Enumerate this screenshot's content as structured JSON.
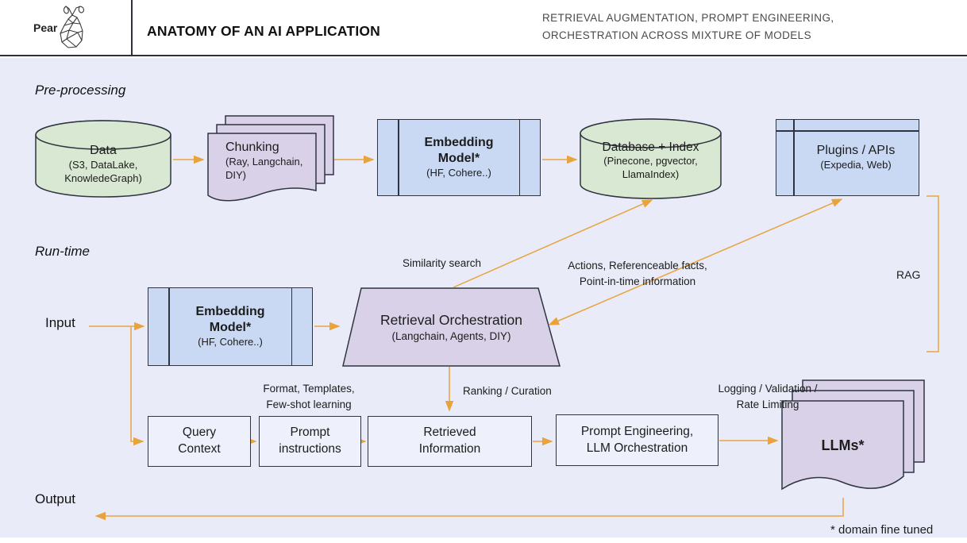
{
  "header": {
    "logo_text": "Pear",
    "title": "ANATOMY OF AN AI APPLICATION",
    "subtitle_line1": "RETRIEVAL AUGMENTATION, PROMPT ENGINEERING,",
    "subtitle_line2": "ORCHESTRATION ACROSS MIXTURE OF MODELS"
  },
  "sections": {
    "preprocessing": "Pre-processing",
    "runtime": "Run-time"
  },
  "nodes": {
    "data": {
      "title": "Data",
      "sub1": "(S3, DataLake,",
      "sub2": "KnowledeGraph)"
    },
    "chunking": {
      "title": "Chunking",
      "sub1": "(Ray, Langchain,",
      "sub2": "DIY)"
    },
    "embedding_pre": {
      "title_line1": "Embedding",
      "title_line2": "Model*",
      "sub": "(HF, Cohere..)"
    },
    "database": {
      "title": "Database + Index",
      "sub1": "(Pinecone, pgvector,",
      "sub2": "LlamaIndex)"
    },
    "plugins": {
      "title": "Plugins / APIs",
      "sub": "(Expedia, Web)"
    },
    "embedding_run": {
      "title_line1": "Embedding",
      "title_line2": "Model*",
      "sub": "(HF, Cohere..)"
    },
    "retrieval": {
      "title": "Retrieval Orchestration",
      "sub": "(Langchain, Agents, DIY)"
    },
    "query_context": {
      "line1": "Query",
      "line2": "Context"
    },
    "prompt_instructions": {
      "line1": "Prompt",
      "line2": "instructions"
    },
    "retrieved_information": {
      "line1": "Retrieved",
      "line2": "Information"
    },
    "prompt_engineering": {
      "line1": "Prompt Engineering,",
      "line2": "LLM Orchestration"
    },
    "llms": {
      "title": "LLMs*"
    }
  },
  "labels": {
    "input": "Input",
    "output": "Output",
    "similarity": "Similarity search",
    "actions_line1": "Actions, Referenceable facts,",
    "actions_line2": "Point-in-time information",
    "rag": "RAG",
    "format_line1": "Format, Templates,",
    "format_line2": "Few-shot learning",
    "ranking": "Ranking / Curation",
    "logging_line1": "Logging / Validation /",
    "logging_line2": "Rate Limiting",
    "footnote": "* domain fine tuned"
  },
  "colors": {
    "background": "#e9ecf8",
    "green": "#d9e8d2",
    "purple": "#d8d1e7",
    "blue": "#c9d9f4",
    "box": "#eef1fb",
    "arrow": "#e8a33d",
    "border": "#2f3440",
    "rule": "#2e2e3f",
    "text": "#1c1c1c",
    "muted": "#4a4a4a"
  }
}
